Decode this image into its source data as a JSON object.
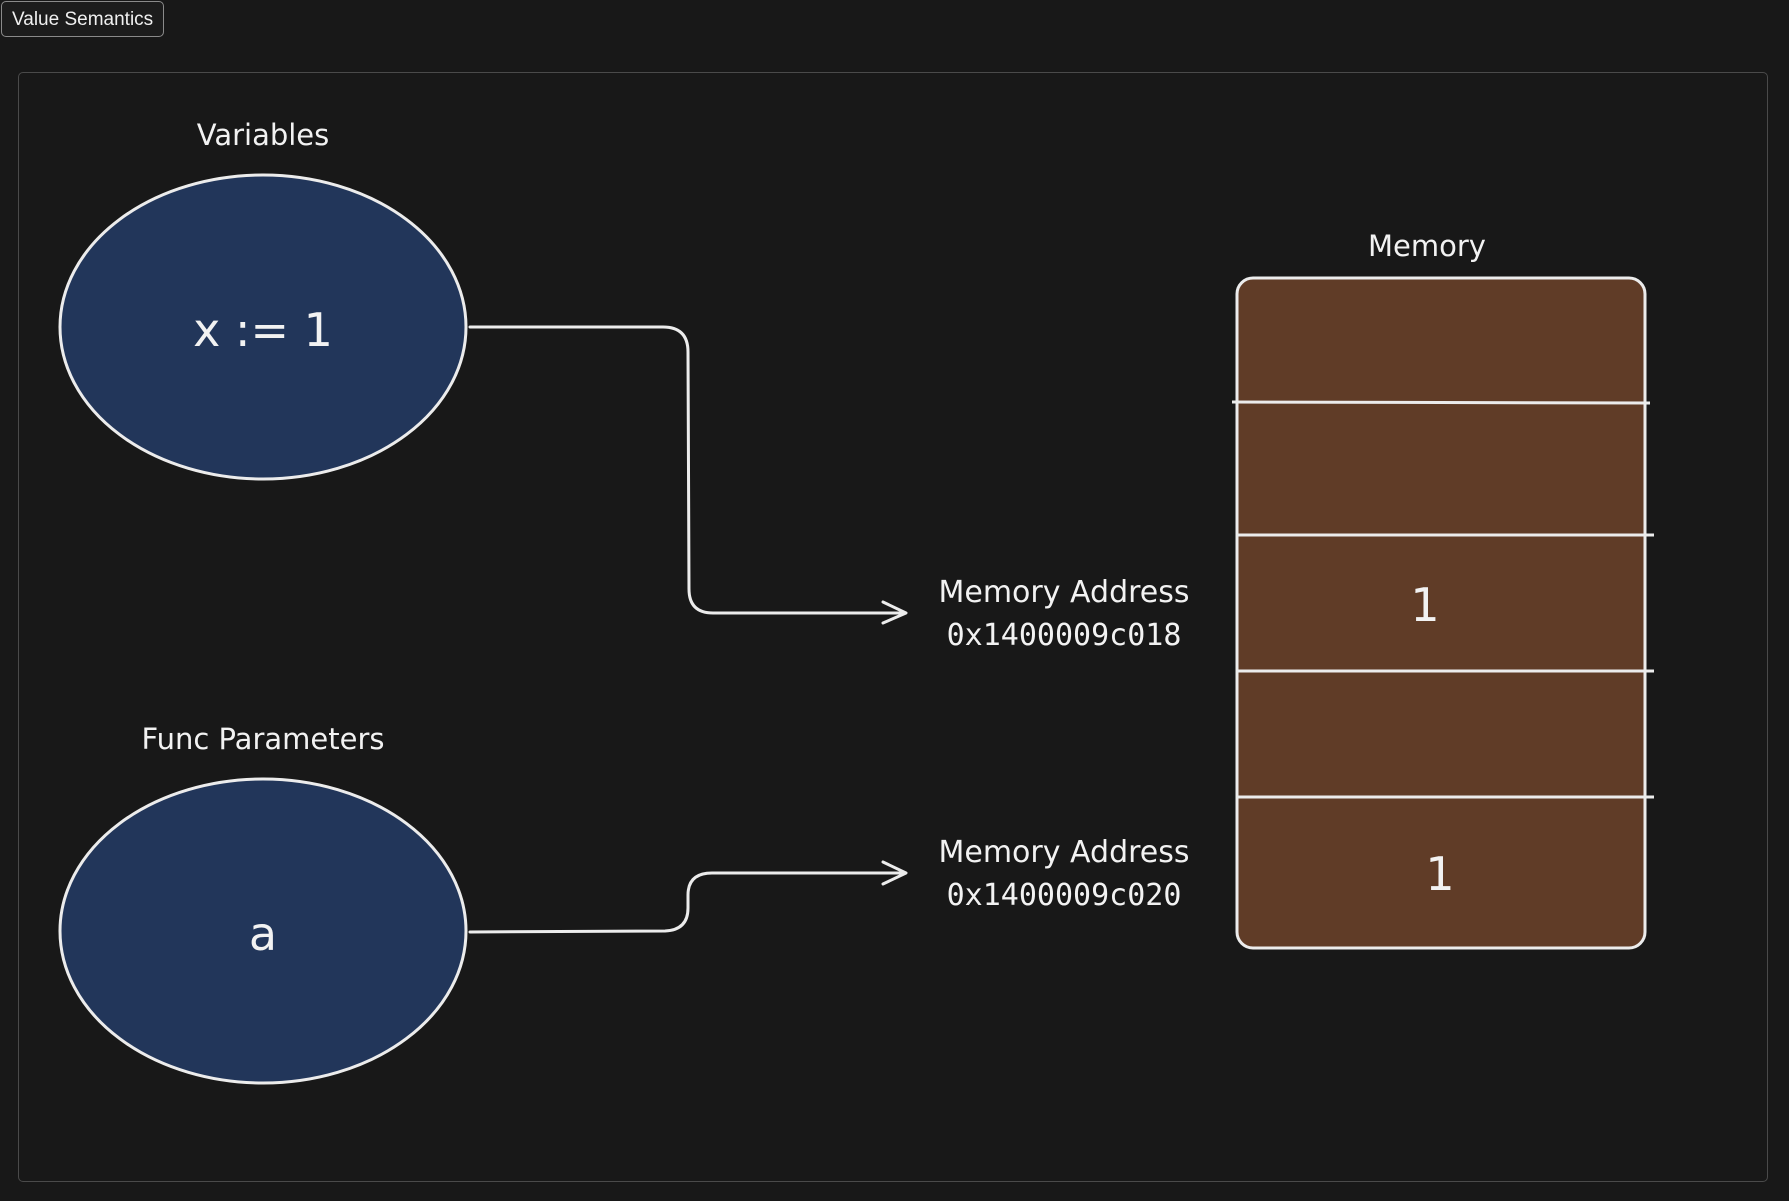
{
  "frame": {
    "title": "Value Semantics"
  },
  "variables": {
    "heading": "Variables",
    "node_text": "x := 1"
  },
  "params": {
    "heading": "Func Parameters",
    "node_text": "a"
  },
  "addresses": [
    {
      "label": "Memory Address",
      "value": "0x1400009c018"
    },
    {
      "label": "Memory Address",
      "value": "0x1400009c020"
    }
  ],
  "memory": {
    "heading": "Memory",
    "cells": [
      "",
      "",
      "1",
      "",
      "1"
    ]
  },
  "colors": {
    "background": "#181818",
    "node_fill": "#22365a",
    "memory_fill": "#603c27",
    "stroke": "#ececec"
  }
}
